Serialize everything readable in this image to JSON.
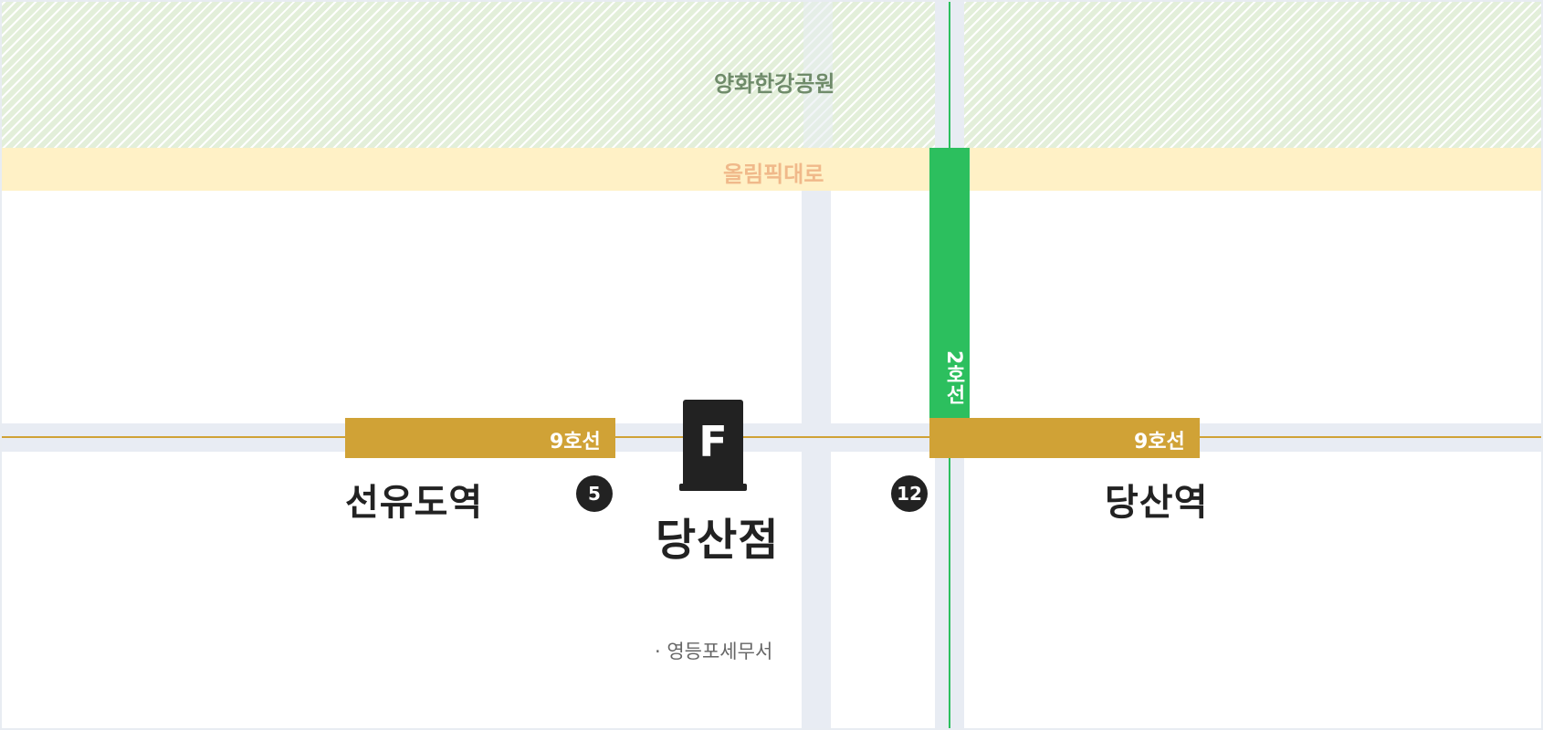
{
  "map": {
    "park": {
      "label": "양화한강공원",
      "color": "#e3efda"
    },
    "main_road": {
      "label": "올림픽대로",
      "color": "#fff1c6"
    },
    "lines": {
      "line9_left": {
        "label": "9호선",
        "color": "#d0a236"
      },
      "line9_right": {
        "label": "9호선",
        "color": "#d0a236"
      },
      "line2": {
        "label": "2호선",
        "color": "#2cbf5e"
      }
    },
    "stations": [
      {
        "name": "선유도역"
      },
      {
        "name": "당산역"
      }
    ],
    "exits": [
      {
        "number": "5"
      },
      {
        "number": "12"
      }
    ],
    "store": {
      "icon_letter": "F",
      "name": "당산점"
    },
    "landmark": {
      "label": "· 영등포세무서"
    }
  }
}
